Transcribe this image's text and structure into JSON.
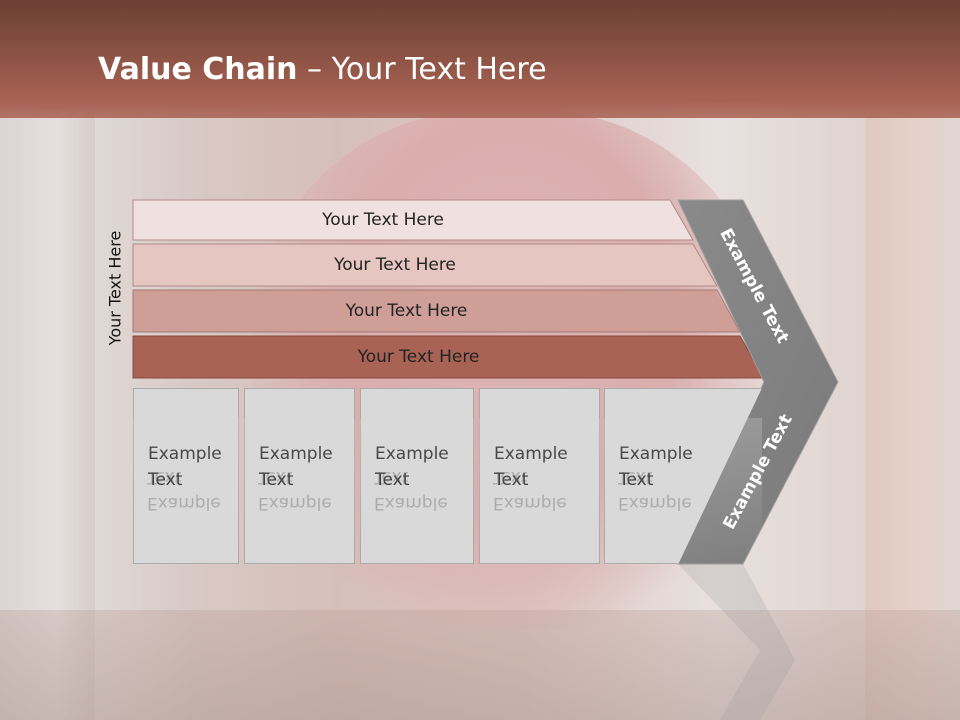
{
  "title": {
    "bold": "Value Chain",
    "rest": " – Your Text Here"
  },
  "side_label": "Your Text Here",
  "bars": [
    "Your Text Here",
    "Your Text Here",
    "Your Text Here",
    "Your Text Here"
  ],
  "chevron": {
    "upper": "Example Text",
    "lower": "Example Text"
  },
  "boxes": [
    {
      "line1": "Example",
      "line2": "Text"
    },
    {
      "line1": "Example",
      "line2": "Text"
    },
    {
      "line1": "Example",
      "line2": "Text"
    },
    {
      "line1": "Example",
      "line2": "Text"
    },
    {
      "line1": "Example",
      "line2": "Text"
    }
  ],
  "colors": {
    "header": "#8a5244",
    "bar1": "#f0e1e0",
    "bar2": "#e5c6c1",
    "bar3": "#cf9f97",
    "bar4": "#a96354",
    "chevron": "#808080",
    "box": "#d9d9d9"
  }
}
